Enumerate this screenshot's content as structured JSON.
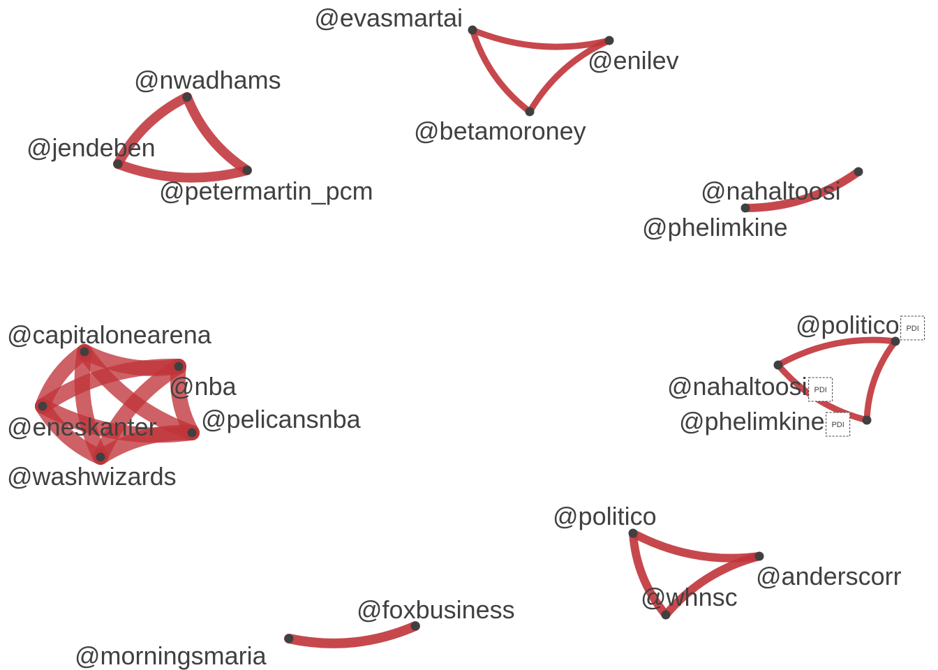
{
  "colors": {
    "edge": "#c0343a",
    "node": "#404040",
    "label": "#404040",
    "background": "#ffffff"
  },
  "pdi_marker": "PDI",
  "clusters": [
    {
      "id": "evasmartai-group",
      "nodes": [
        {
          "key": "evasmartai",
          "label": "@evasmartai"
        },
        {
          "key": "enilev",
          "label": "@enilev"
        },
        {
          "key": "betamoroney",
          "label": "@betamoroney"
        }
      ],
      "edges": [
        [
          "evasmartai",
          "enilev"
        ],
        [
          "evasmartai",
          "betamoroney"
        ],
        [
          "enilev",
          "betamoroney"
        ]
      ]
    },
    {
      "id": "nwadhams-group",
      "nodes": [
        {
          "key": "nwadhams",
          "label": "@nwadhams"
        },
        {
          "key": "jendeben",
          "label": "@jendeben"
        },
        {
          "key": "petermartin_pcm",
          "label": "@petermartin_pcm"
        }
      ],
      "edges": [
        [
          "nwadhams",
          "jendeben"
        ],
        [
          "nwadhams",
          "petermartin_pcm"
        ],
        [
          "jendeben",
          "petermartin_pcm"
        ]
      ]
    },
    {
      "id": "nahaltoosi-pair",
      "nodes": [
        {
          "key": "nahaltoosi",
          "label": "@nahaltoosi"
        },
        {
          "key": "phelimkine",
          "label": "@phelimkine"
        }
      ],
      "edges": [
        [
          "phelimkine",
          "nahaltoosi"
        ]
      ]
    },
    {
      "id": "nba-group",
      "nodes": [
        {
          "key": "capitalonearena",
          "label": "@capitalonearena"
        },
        {
          "key": "nba",
          "label": "@nba"
        },
        {
          "key": "eneskanter",
          "label": "@eneskanter"
        },
        {
          "key": "pelicansnba",
          "label": "@pelicansnba"
        },
        {
          "key": "washwizards",
          "label": "@washwizards"
        }
      ],
      "edges": [
        [
          "capitalonearena",
          "nba"
        ],
        [
          "capitalonearena",
          "eneskanter"
        ],
        [
          "capitalonearena",
          "pelicansnba"
        ],
        [
          "capitalonearena",
          "washwizards"
        ],
        [
          "nba",
          "eneskanter"
        ],
        [
          "nba",
          "pelicansnba"
        ],
        [
          "nba",
          "washwizards"
        ],
        [
          "eneskanter",
          "pelicansnba"
        ],
        [
          "eneskanter",
          "washwizards"
        ],
        [
          "pelicansnba",
          "washwizards"
        ]
      ]
    },
    {
      "id": "politico-pdi-group",
      "nodes": [
        {
          "key": "politico_pdi",
          "label": "@politico"
        },
        {
          "key": "nahaltoosi_pdi",
          "label": "@nahaltoosi"
        },
        {
          "key": "phelimkine_pdi",
          "label": "@phelimkine"
        }
      ],
      "edges": [
        [
          "politico_pdi",
          "nahaltoosi_pdi"
        ],
        [
          "politico_pdi",
          "phelimkine_pdi"
        ],
        [
          "nahaltoosi_pdi",
          "phelimkine_pdi"
        ]
      ]
    },
    {
      "id": "politico-group",
      "nodes": [
        {
          "key": "politico",
          "label": "@politico"
        },
        {
          "key": "anderscorr",
          "label": "@anderscorr"
        },
        {
          "key": "whnsc",
          "label": "@whnsc"
        }
      ],
      "edges": [
        [
          "politico",
          "anderscorr"
        ],
        [
          "politico",
          "whnsc"
        ],
        [
          "anderscorr",
          "whnsc"
        ]
      ]
    },
    {
      "id": "foxbusiness-pair",
      "nodes": [
        {
          "key": "foxbusiness",
          "label": "@foxbusiness"
        },
        {
          "key": "morningsmaria",
          "label": "@morningsmaria"
        }
      ],
      "edges": [
        [
          "morningsmaria",
          "foxbusiness"
        ]
      ]
    }
  ]
}
